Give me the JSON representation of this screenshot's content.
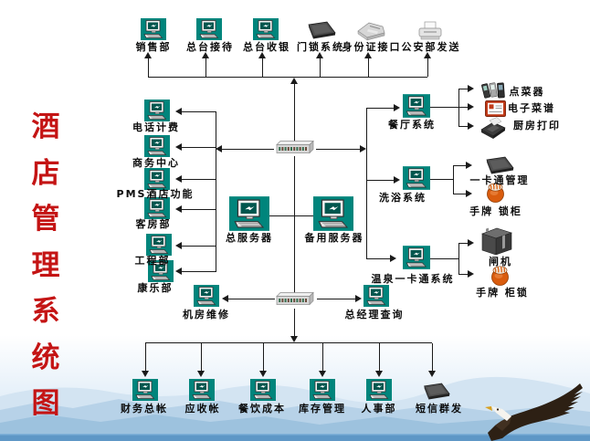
{
  "title": {
    "text": "酒店管理系统图",
    "chars": [
      "酒",
      "店",
      "管",
      "理",
      "系",
      "统",
      "图"
    ]
  },
  "colors": {
    "title_red": "#c41414",
    "icon_teal": "#00857c",
    "line_black": "#1a1a1a",
    "band_orange": "#d95c0e",
    "mist_blue": "#9dc2de"
  },
  "top_row": [
    {
      "label": "销售部",
      "icon": "computer-icon"
    },
    {
      "label": "总台接待",
      "icon": "computer-icon"
    },
    {
      "label": "总台收银",
      "icon": "computer-icon"
    },
    {
      "label": "门锁系统",
      "icon": "door-lock-encoder-icon"
    },
    {
      "label": "身份证接口",
      "icon": "id-card-reader-icon"
    },
    {
      "label": "公安部发送",
      "icon": "printer-icon"
    }
  ],
  "left_column": [
    {
      "label": "电话计费",
      "icon": "computer-icon"
    },
    {
      "label": "商务中心",
      "icon": "computer-icon"
    },
    {
      "label": "PMS酒店功能",
      "icon": "computer-icon"
    },
    {
      "label": "客房部",
      "icon": "computer-icon"
    },
    {
      "label": "工程部",
      "icon": "computer-icon"
    },
    {
      "label": "康乐部",
      "icon": "computer-icon"
    }
  ],
  "center": {
    "main_server": {
      "label": "总服务器",
      "icon": "server-icon"
    },
    "backup_server": {
      "label": "备用服务器",
      "icon": "server-icon"
    },
    "maintenance": {
      "label": "机房维修",
      "icon": "computer-icon"
    },
    "gm_query": {
      "label": "总经理查询",
      "icon": "computer-icon"
    },
    "switch_count": 2
  },
  "right_groups": [
    {
      "label": "餐厅系统",
      "icon": "computer-icon",
      "children": [
        {
          "label": "点菜器",
          "icon": "handheld-order-devices-icon"
        },
        {
          "label": "电子菜谱",
          "icon": "e-menu-tablet-icon"
        },
        {
          "label": "厨房打印",
          "icon": "kitchen-printer-icon"
        }
      ]
    },
    {
      "label": "洗浴系统",
      "icon": "computer-icon",
      "children": [
        {
          "label": "一卡通管理",
          "icon": "card-encoder-icon"
        },
        {
          "label": "手牌 锁柜",
          "icon": "wristband-icon"
        }
      ]
    },
    {
      "label": "温泉一卡通系统",
      "icon": "computer-icon",
      "children": [
        {
          "label": "闸机",
          "icon": "turnstile-gate-icon"
        },
        {
          "label": "手牌 柜锁",
          "icon": "wristband-icon"
        }
      ]
    }
  ],
  "bottom_row": [
    {
      "label": "财务总帐",
      "icon": "computer-icon"
    },
    {
      "label": "应收帐",
      "icon": "computer-icon"
    },
    {
      "label": "餐饮成本",
      "icon": "computer-icon"
    },
    {
      "label": "库存管理",
      "icon": "computer-icon"
    },
    {
      "label": "人事部",
      "icon": "computer-icon"
    },
    {
      "label": "短信群发",
      "icon": "sms-modem-icon"
    }
  ]
}
